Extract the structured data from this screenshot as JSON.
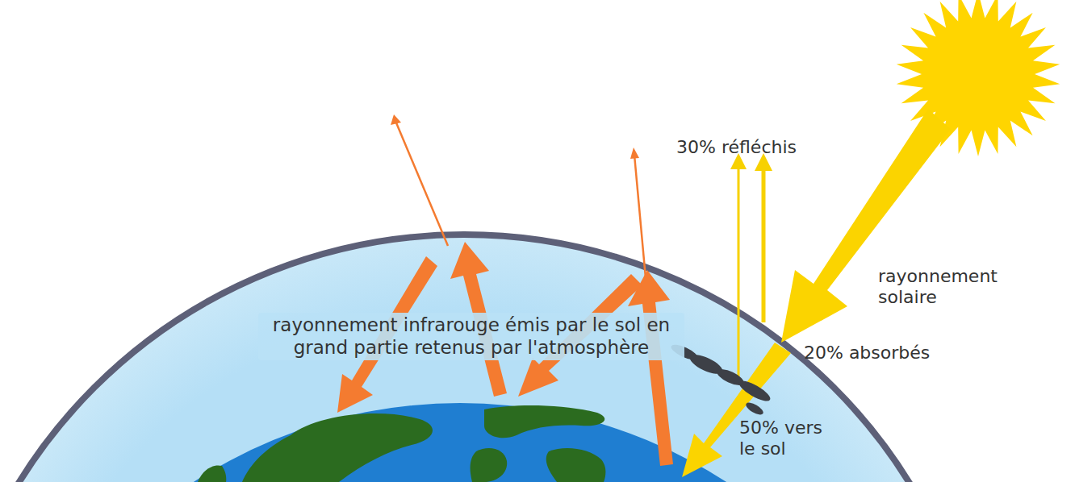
{
  "diagram": {
    "labels": [
      "30% réfléchis",
      "rayonnement solaire",
      "20% absorbés",
      "rayonnement infrarouge émis par le sol en grand partie retenus par l'atmosphère",
      "50% vers le sol"
    ]
  }
}
